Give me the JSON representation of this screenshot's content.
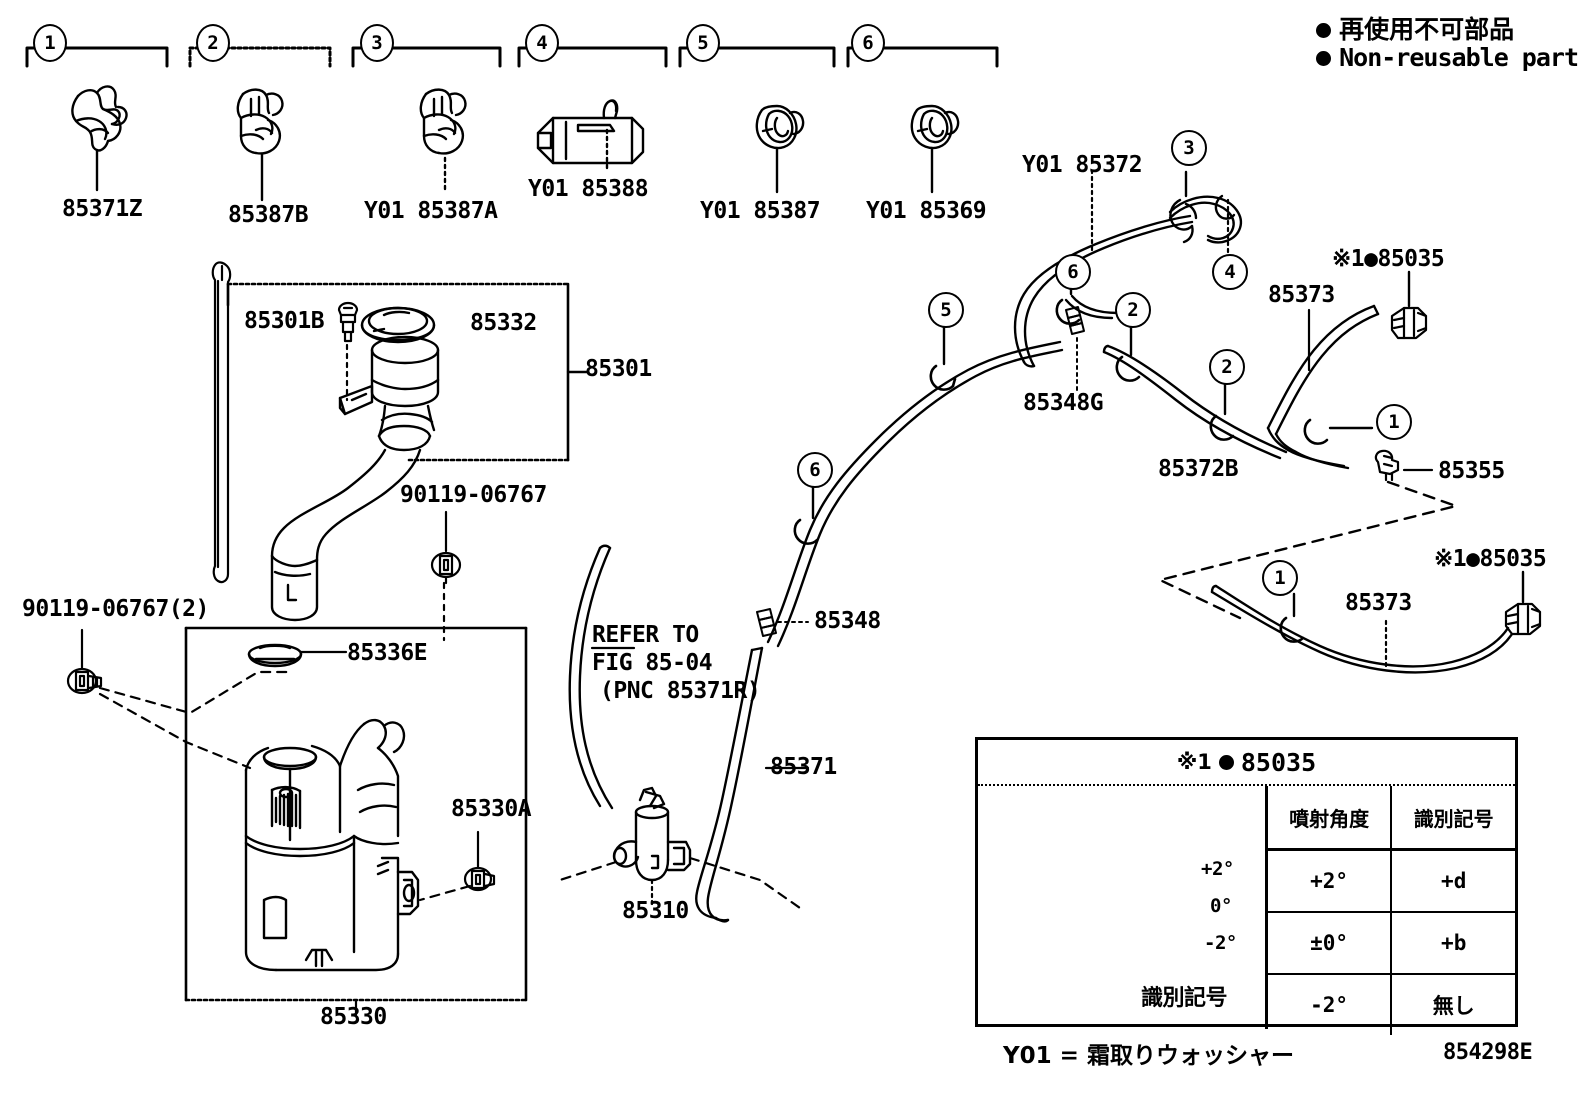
{
  "figure": {
    "number": "854298E",
    "footnote": "Y01 = 霜取りウォッシャー"
  },
  "legend": {
    "jp": "再使用不可部品",
    "en": "Non-reusable part",
    "marker": "filled-circle"
  },
  "clip_row": {
    "items": [
      {
        "num": "1",
        "part": "85371Z"
      },
      {
        "num": "2",
        "part": "85387B"
      },
      {
        "num": "3",
        "part": "Y01 85387A"
      },
      {
        "num": "4",
        "part": "Y01 85388"
      },
      {
        "num": "5",
        "part": "Y01 85387"
      },
      {
        "num": "6",
        "part": "Y01 85369"
      }
    ]
  },
  "reservoir": {
    "assembly_85301": "85301",
    "cap_85301B": "85301B",
    "ring_85332": "85332",
    "bolt_90119_1": "90119-06767",
    "bolt_90119_2": "90119-06767(2)",
    "tank_85330": "85330",
    "tank_cap_85336E": "85336E",
    "grommet_85330A": "85330A",
    "pump_85310": "85310"
  },
  "hoses": {
    "refer_note_l1": "REFER TO",
    "refer_note_l2": "FIG 85-04",
    "refer_note_l3": "(PNC 85371R)",
    "hose_85371": "85371",
    "hose_85348": "85348",
    "joint_85348G": "85348G",
    "hose_Y01_85372": "Y01 85372",
    "hose_85372B": "85372B",
    "hose_85373_top": "85373",
    "hose_85373_bottom": "85373",
    "joint_85355": "85355",
    "nozzle_top": "※1●85035",
    "nozzle_bottom": "※1●85035"
  },
  "callouts": {
    "c3": "3",
    "c4": "4",
    "c5": "5",
    "c6_a": "6",
    "c6_b": "6",
    "c2_a": "2",
    "c2_b": "2",
    "c1_a": "1",
    "c1_b": "1"
  },
  "spec_table": {
    "title_mark": "※1",
    "title_part": "85035",
    "angle_labels": {
      "plus": "+2°",
      "zero": "0°",
      "minus": "-2°"
    },
    "mark_callout": "識別記号",
    "headers": [
      "噴射角度",
      "識別記号"
    ],
    "rows": [
      [
        "+2°",
        "+d"
      ],
      [
        "±0°",
        "+b"
      ],
      [
        "-2°",
        "無し"
      ]
    ]
  }
}
